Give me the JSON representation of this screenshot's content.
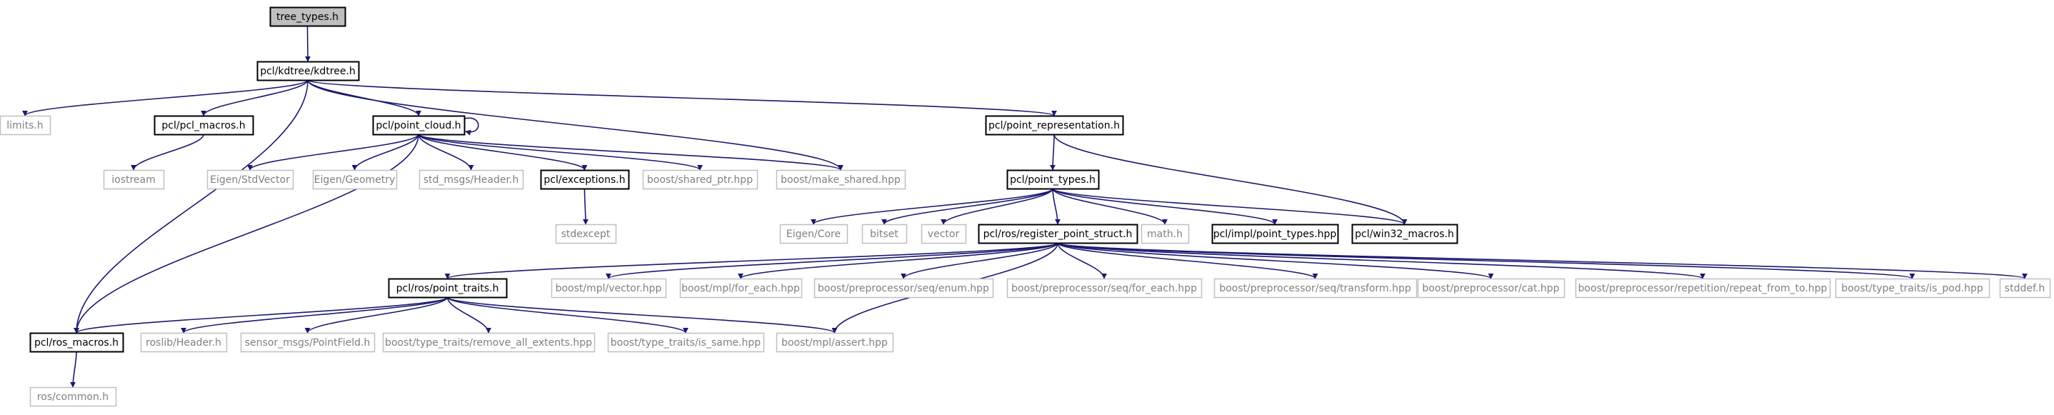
{
  "diagram": {
    "type": "include-dependency-graph",
    "colors": {
      "edge": "#191970",
      "root_fill": "#bfbfbf",
      "dark_border": "#000000",
      "light_border": "#bfbfbf",
      "light_text": "#808080"
    },
    "nodes": [
      {
        "id": "tree_types",
        "label": "tree_types.h",
        "style": "root"
      },
      {
        "id": "kdtree",
        "label": "pcl/kdtree/kdtree.h",
        "style": "dark"
      },
      {
        "id": "limits",
        "label": "limits.h",
        "style": "light"
      },
      {
        "id": "pcl_macros",
        "label": "pcl/pcl_macros.h",
        "style": "dark"
      },
      {
        "id": "point_cloud",
        "label": "pcl/point_cloud.h",
        "style": "dark"
      },
      {
        "id": "point_repr",
        "label": "pcl/point_representation.h",
        "style": "dark"
      },
      {
        "id": "iostream",
        "label": "iostream",
        "style": "light"
      },
      {
        "id": "eigen_stdvector",
        "label": "Eigen/StdVector",
        "style": "light"
      },
      {
        "id": "eigen_geometry",
        "label": "Eigen/Geometry",
        "style": "light"
      },
      {
        "id": "std_msgs_header",
        "label": "std_msgs/Header.h",
        "style": "light"
      },
      {
        "id": "exceptions",
        "label": "pcl/exceptions.h",
        "style": "dark"
      },
      {
        "id": "shared_ptr",
        "label": "boost/shared_ptr.hpp",
        "style": "light"
      },
      {
        "id": "make_shared",
        "label": "boost/make_shared.hpp",
        "style": "light"
      },
      {
        "id": "point_types",
        "label": "pcl/point_types.h",
        "style": "dark"
      },
      {
        "id": "stdexcept",
        "label": "stdexcept",
        "style": "light"
      },
      {
        "id": "eigen_core",
        "label": "Eigen/Core",
        "style": "light"
      },
      {
        "id": "bitset",
        "label": "bitset",
        "style": "light"
      },
      {
        "id": "vector",
        "label": "vector",
        "style": "light"
      },
      {
        "id": "register_point_struct",
        "label": "pcl/ros/register_point_struct.h",
        "style": "dark"
      },
      {
        "id": "math_h",
        "label": "math.h",
        "style": "light"
      },
      {
        "id": "impl_point_types",
        "label": "pcl/impl/point_types.hpp",
        "style": "dark"
      },
      {
        "id": "win32_macros",
        "label": "pcl/win32_macros.h",
        "style": "dark"
      },
      {
        "id": "point_traits",
        "label": "pcl/ros/point_traits.h",
        "style": "dark"
      },
      {
        "id": "mpl_vector",
        "label": "boost/mpl/vector.hpp",
        "style": "light"
      },
      {
        "id": "mpl_for_each",
        "label": "boost/mpl/for_each.hpp",
        "style": "light"
      },
      {
        "id": "pp_seq_enum",
        "label": "boost/preprocessor/seq/enum.hpp",
        "style": "light"
      },
      {
        "id": "pp_seq_for_each",
        "label": "boost/preprocessor/seq/for_each.hpp",
        "style": "light"
      },
      {
        "id": "pp_seq_transform",
        "label": "boost/preprocessor/seq/transform.hpp",
        "style": "light"
      },
      {
        "id": "pp_cat",
        "label": "boost/preprocessor/cat.hpp",
        "style": "light"
      },
      {
        "id": "pp_repeat",
        "label": "boost/preprocessor/repetition/repeat_from_to.hpp",
        "style": "light"
      },
      {
        "id": "is_pod",
        "label": "boost/type_traits/is_pod.hpp",
        "style": "light"
      },
      {
        "id": "stddef",
        "label": "stddef.h",
        "style": "light"
      },
      {
        "id": "ros_macros",
        "label": "pcl/ros_macros.h",
        "style": "dark"
      },
      {
        "id": "roslib_header",
        "label": "roslib/Header.h",
        "style": "light"
      },
      {
        "id": "sensor_msgs",
        "label": "sensor_msgs/PointField.h",
        "style": "light"
      },
      {
        "id": "remove_all_extents",
        "label": "boost/type_traits/remove_all_extents.hpp",
        "style": "light"
      },
      {
        "id": "is_same",
        "label": "boost/type_traits/is_same.hpp",
        "style": "light"
      },
      {
        "id": "mpl_assert",
        "label": "boost/mpl/assert.hpp",
        "style": "light"
      },
      {
        "id": "ros_common",
        "label": "ros/common.h",
        "style": "light"
      }
    ],
    "edges": [
      [
        "tree_types",
        "kdtree"
      ],
      [
        "kdtree",
        "limits"
      ],
      [
        "kdtree",
        "pcl_macros"
      ],
      [
        "kdtree",
        "point_cloud"
      ],
      [
        "kdtree",
        "make_shared"
      ],
      [
        "kdtree",
        "point_repr"
      ],
      [
        "kdtree",
        "ros_macros"
      ],
      [
        "pcl_macros",
        "iostream"
      ],
      [
        "point_cloud",
        "point_cloud"
      ],
      [
        "point_cloud",
        "eigen_stdvector"
      ],
      [
        "point_cloud",
        "eigen_geometry"
      ],
      [
        "point_cloud",
        "std_msgs_header"
      ],
      [
        "point_cloud",
        "exceptions"
      ],
      [
        "point_cloud",
        "shared_ptr"
      ],
      [
        "point_cloud",
        "make_shared"
      ],
      [
        "point_cloud",
        "ros_macros"
      ],
      [
        "exceptions",
        "stdexcept"
      ],
      [
        "point_repr",
        "point_types"
      ],
      [
        "point_repr",
        "win32_macros"
      ],
      [
        "point_types",
        "eigen_core"
      ],
      [
        "point_types",
        "bitset"
      ],
      [
        "point_types",
        "vector"
      ],
      [
        "point_types",
        "register_point_struct"
      ],
      [
        "point_types",
        "math_h"
      ],
      [
        "point_types",
        "impl_point_types"
      ],
      [
        "point_types",
        "win32_macros"
      ],
      [
        "register_point_struct",
        "point_traits"
      ],
      [
        "register_point_struct",
        "mpl_vector"
      ],
      [
        "register_point_struct",
        "mpl_for_each"
      ],
      [
        "register_point_struct",
        "pp_seq_enum"
      ],
      [
        "register_point_struct",
        "pp_seq_for_each"
      ],
      [
        "register_point_struct",
        "pp_seq_transform"
      ],
      [
        "register_point_struct",
        "pp_cat"
      ],
      [
        "register_point_struct",
        "pp_repeat"
      ],
      [
        "register_point_struct",
        "is_pod"
      ],
      [
        "register_point_struct",
        "stddef"
      ],
      [
        "register_point_struct",
        "mpl_assert"
      ],
      [
        "point_traits",
        "ros_macros"
      ],
      [
        "point_traits",
        "roslib_header"
      ],
      [
        "point_traits",
        "sensor_msgs"
      ],
      [
        "point_traits",
        "remove_all_extents"
      ],
      [
        "point_traits",
        "is_same"
      ],
      [
        "point_traits",
        "mpl_assert"
      ],
      [
        "ros_macros",
        "ros_common"
      ]
    ]
  }
}
